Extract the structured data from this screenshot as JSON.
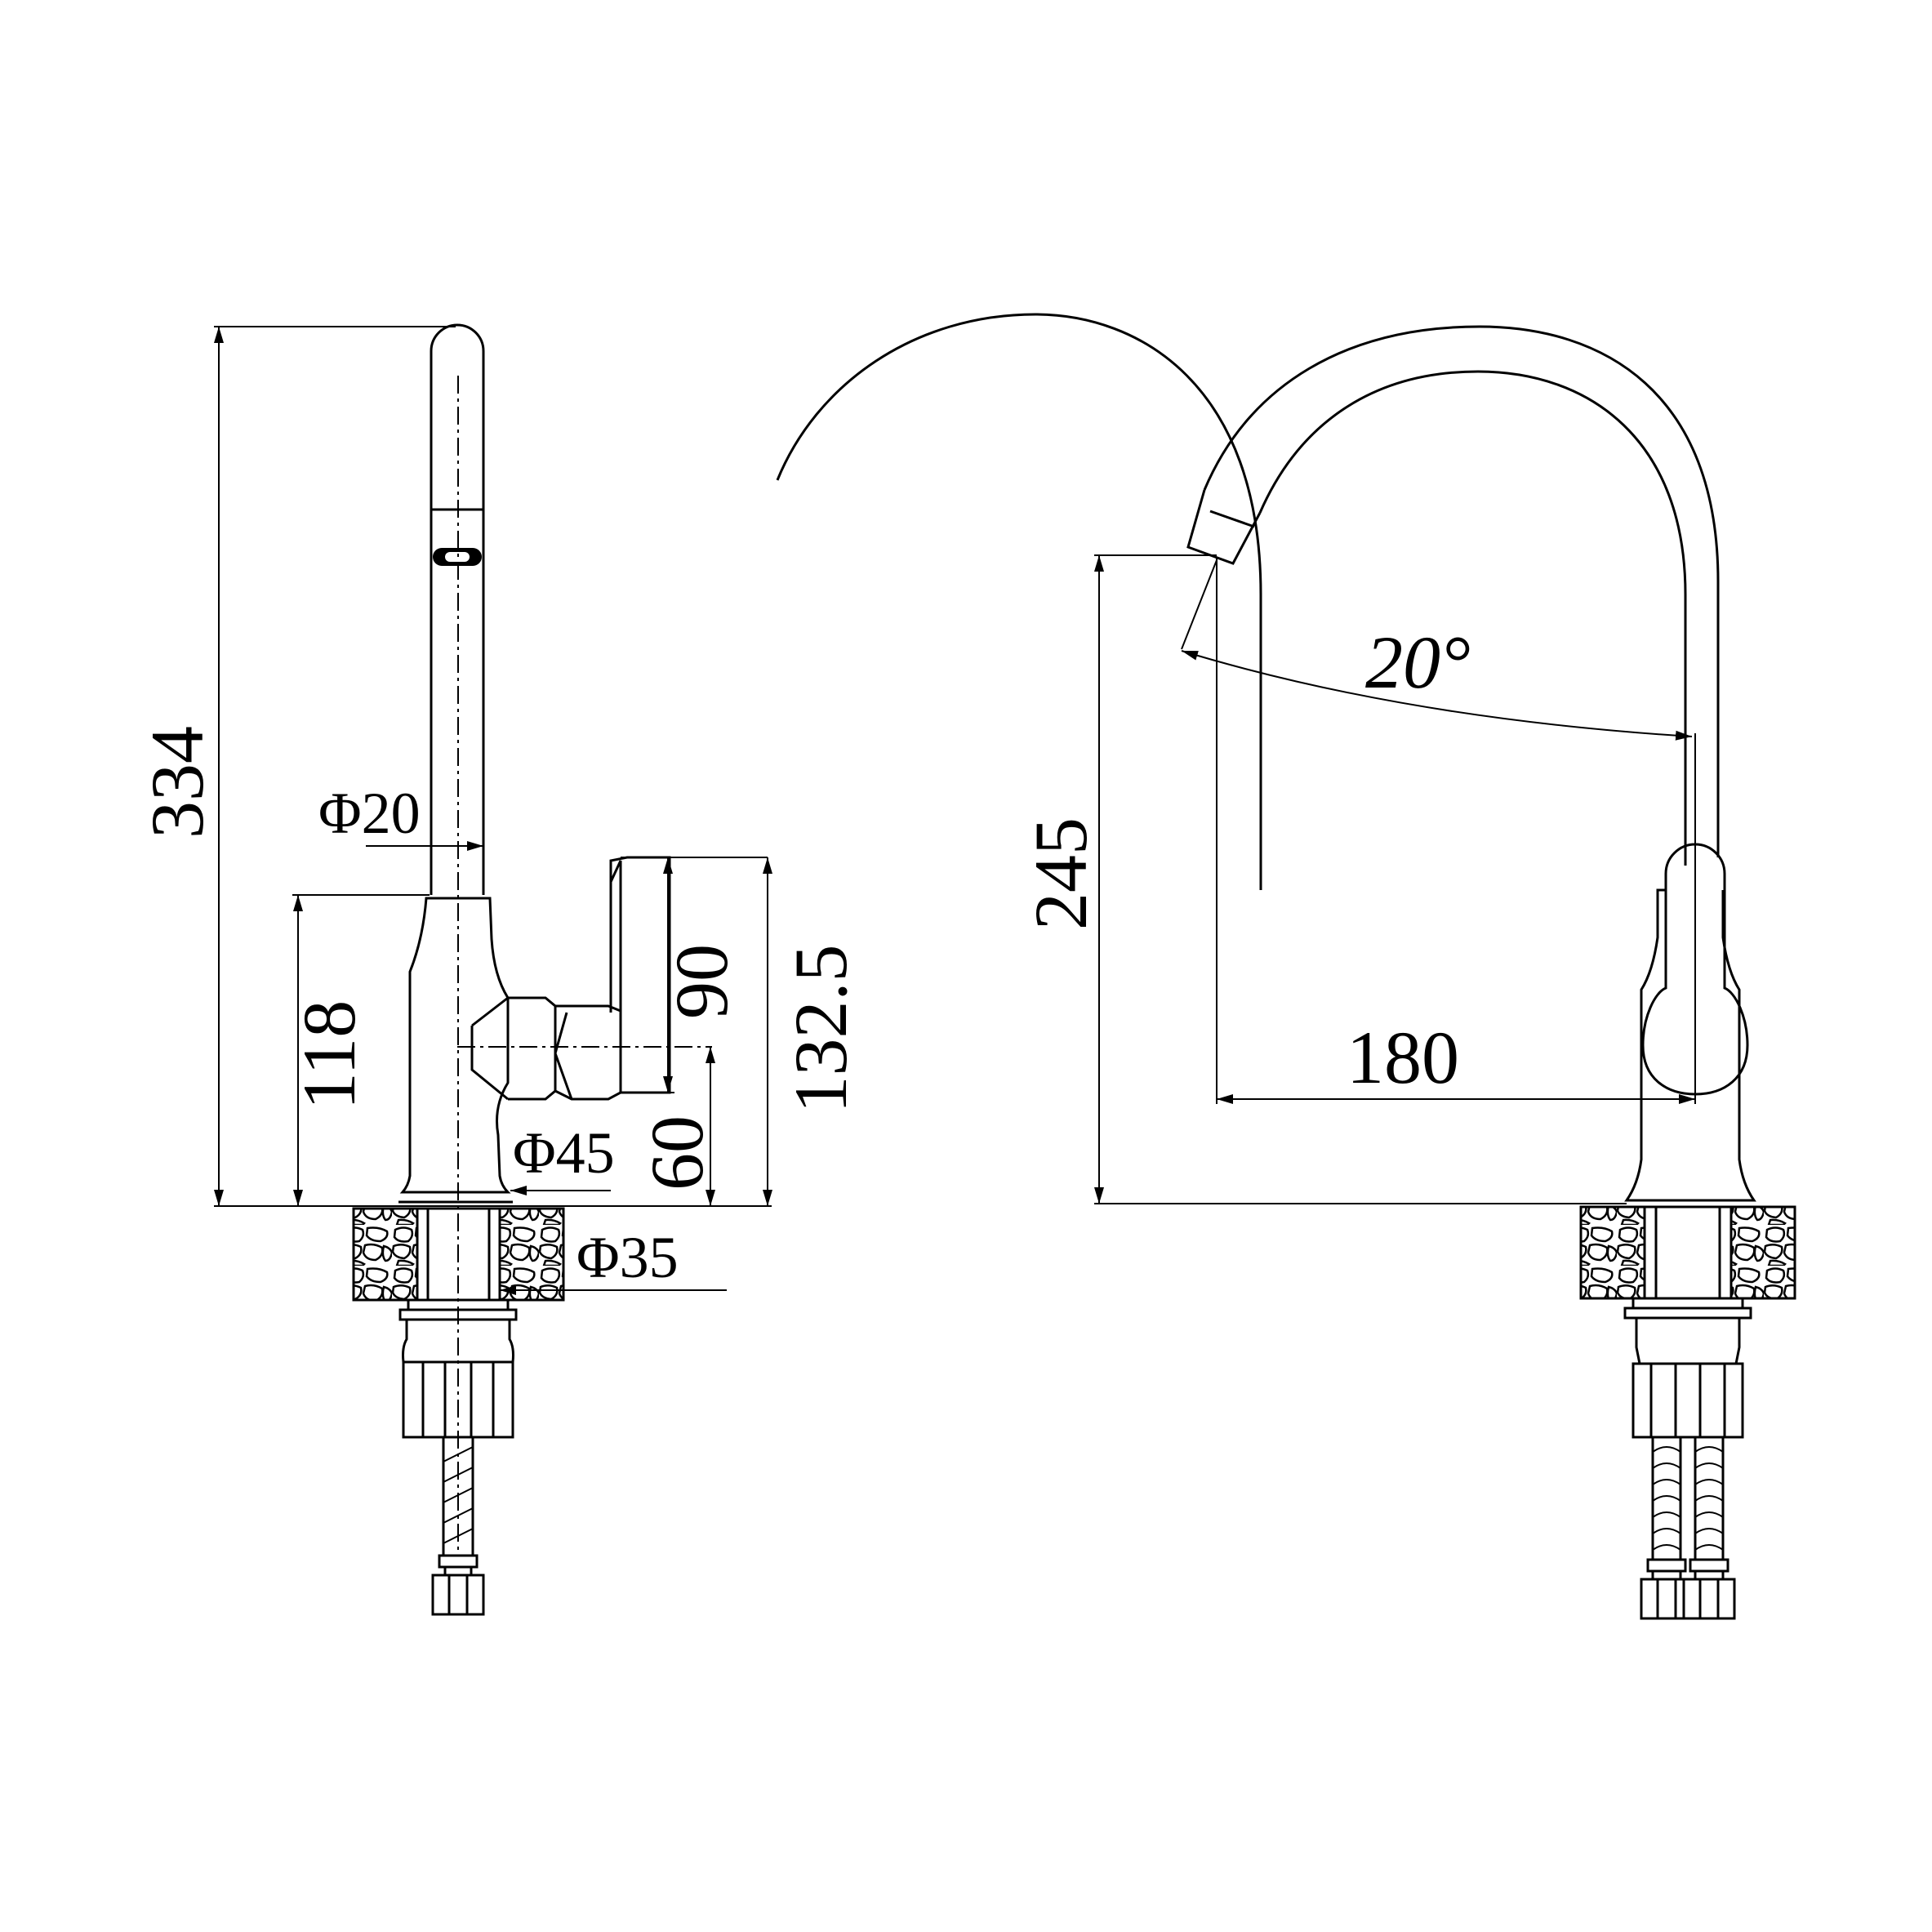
{
  "side_view": {
    "dim_total_height": "334",
    "dim_spout_diameter": "Φ20",
    "dim_body_height": "118",
    "dim_handle_height": "90",
    "dim_handle_axis_height": "60",
    "dim_handle_top_height": "132.5",
    "dim_body_diameter": "Φ45",
    "dim_shank_diameter": "Φ35"
  },
  "front_view": {
    "dim_spout_height": "245",
    "dim_spout_reach": "180",
    "dim_swivel_angle": "20°"
  }
}
